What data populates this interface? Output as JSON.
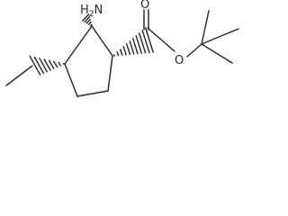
{
  "molecule": {
    "labels": {
      "amine_h": "H",
      "amine_sub": "2",
      "amine_n": "N",
      "carbonyl_o": "O",
      "ester_o": "O"
    },
    "colors": {
      "ink": "#2b2b2b",
      "background": "#ffffff"
    }
  }
}
